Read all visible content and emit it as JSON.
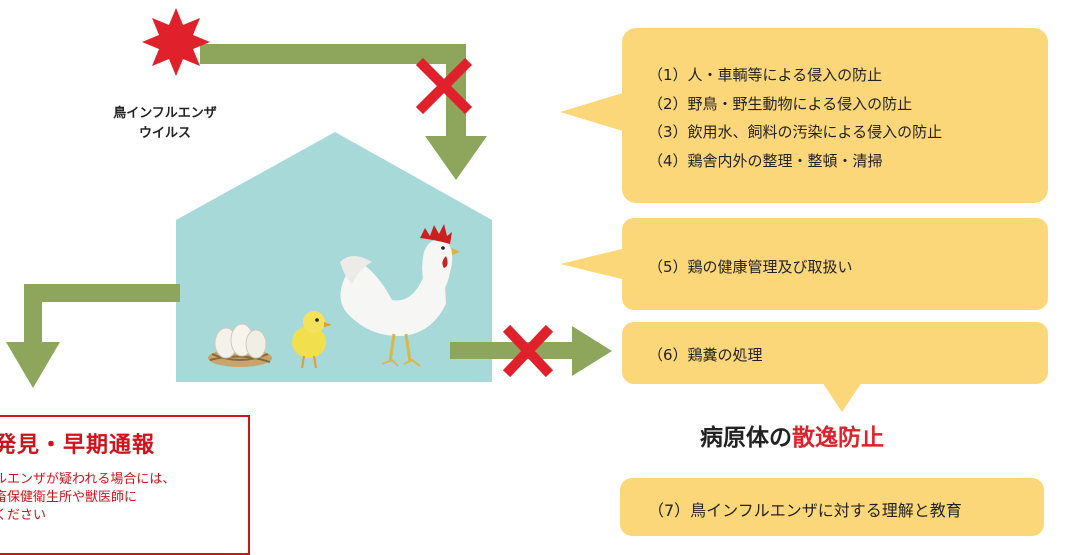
{
  "colors": {
    "arrow": "#8ea65c",
    "bubble": "#fcd77a",
    "house": "#a8d9d9",
    "cross": "#e0202a",
    "virus": "#e0202a",
    "alert": "#d0121b"
  },
  "virus": {
    "label_line1": "鳥インフルエンザ",
    "label_line2": "ウイルス",
    "icon": "virus-star-icon"
  },
  "bubble_intrusion": {
    "items": [
      "（1）人・車輌等による侵入の防止",
      "（2）野鳥・野生動物による侵入の防止",
      "（3）飲用水、飼料の汚染による侵入の防止",
      "（4）鶏舎内外の整理・整頓・清掃"
    ]
  },
  "bubble_health": {
    "text": "（5）鶏の健康管理及び取扱い"
  },
  "bubble_manure": {
    "text": "（6）鶏糞の処理"
  },
  "prevention": {
    "prefix": "病原体の",
    "highlight": "散逸防止"
  },
  "education": {
    "text": "（7）鳥インフルエンザに対する理解と教育"
  },
  "alert": {
    "title": "発見・早期通報",
    "line1": "ルエンザが疑われる場合には、",
    "line2": "畜保健衛生所や獣医師に",
    "line3": "ください"
  },
  "icons": [
    "cross-icon",
    "chicken-icon",
    "chick-icon",
    "eggs-in-nest-icon",
    "house-icon",
    "arrow-icon"
  ]
}
